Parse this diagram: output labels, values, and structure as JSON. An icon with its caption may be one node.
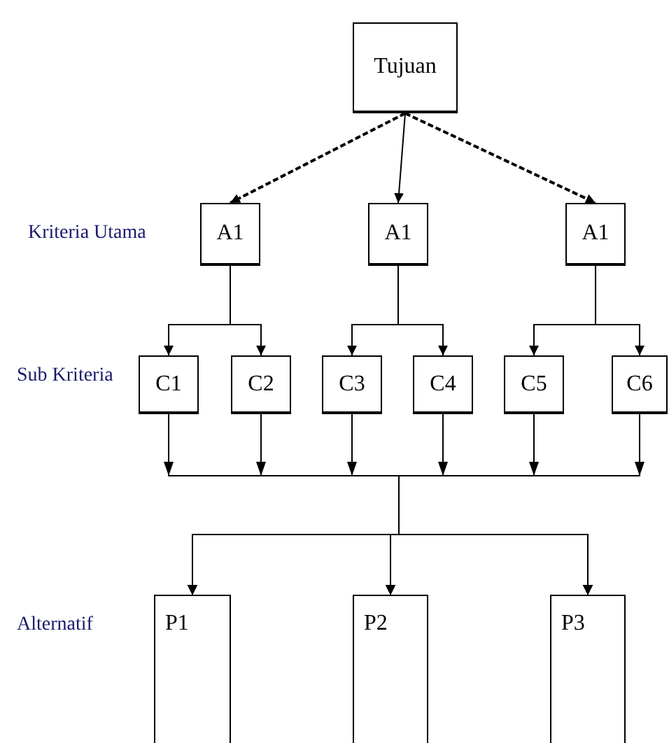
{
  "diagram": {
    "nodes": [
      {
        "text": [
          "Tujuan"
        ]
      },
      {
        "text": [
          "A1"
        ]
      },
      {
        "text": [
          "A1"
        ]
      },
      {
        "text": [
          "A1"
        ]
      },
      {
        "text": [
          "C1"
        ]
      },
      {
        "text": [
          "C2"
        ]
      },
      {
        "text": [
          "C3"
        ]
      },
      {
        "text": [
          "C4"
        ]
      },
      {
        "text": [
          "C5"
        ]
      },
      {
        "text": [
          "C6"
        ]
      },
      {
        "text": [
          "P1"
        ]
      },
      {
        "text": [
          "P2"
        ]
      },
      {
        "text": [
          "P3"
        ]
      }
    ],
    "edges": [
      {
        "from": 0,
        "to": 1,
        "arrow": "to",
        "style": "dashed"
      },
      {
        "from": 0,
        "to": 2,
        "arrow": "to"
      },
      {
        "from": 0,
        "to": 3,
        "arrow": "to",
        "style": "dashed"
      },
      {
        "from": 1,
        "to": 4,
        "arrow": "to"
      },
      {
        "from": 1,
        "to": 5,
        "arrow": "to"
      },
      {
        "from": 2,
        "to": 6,
        "arrow": "to"
      },
      {
        "from": 2,
        "to": 7,
        "arrow": "to"
      },
      {
        "from": 3,
        "to": 8,
        "arrow": "to"
      },
      {
        "from": 3,
        "to": 9,
        "arrow": "to"
      },
      {
        "from": 4,
        "to": 10,
        "arrow": "to"
      },
      {
        "from": 4,
        "to": 11,
        "arrow": "to"
      },
      {
        "from": 4,
        "to": 12,
        "arrow": "to"
      },
      {
        "from": 5,
        "to": 10,
        "arrow": "to"
      },
      {
        "from": 5,
        "to": 11,
        "arrow": "to"
      },
      {
        "from": 5,
        "to": 12,
        "arrow": "to"
      },
      {
        "from": 6,
        "to": 10,
        "arrow": "to"
      },
      {
        "from": 6,
        "to": 11,
        "arrow": "to"
      },
      {
        "from": 6,
        "to": 12,
        "arrow": "to"
      },
      {
        "from": 7,
        "to": 10,
        "arrow": "to"
      },
      {
        "from": 7,
        "to": 11,
        "arrow": "to"
      },
      {
        "from": 7,
        "to": 12,
        "arrow": "to"
      },
      {
        "from": 8,
        "to": 10,
        "arrow": "to"
      },
      {
        "from": 8,
        "to": 11,
        "arrow": "to"
      },
      {
        "from": 8,
        "to": 12,
        "arrow": "to"
      },
      {
        "from": 9,
        "to": 10,
        "arrow": "to"
      },
      {
        "from": 9,
        "to": 11,
        "arrow": "to"
      },
      {
        "from": 9,
        "to": 12,
        "arrow": "to"
      }
    ],
    "labels": [
      "Kriteria Utama",
      "Sub Kriteria",
      "Alternatif"
    ]
  }
}
